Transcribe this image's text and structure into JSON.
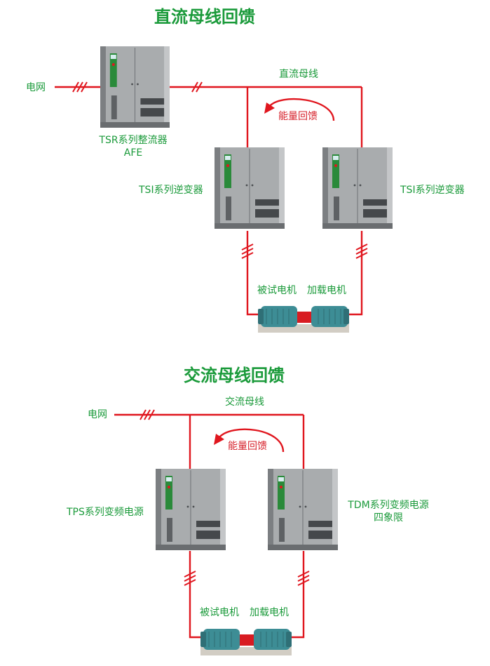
{
  "colors": {
    "accent_green": "#1a9a3a",
    "wire_red": "#e0161e",
    "cabinet_gray": "#8e9194",
    "motor_teal": "#3d8d95"
  },
  "dc_section": {
    "title": "直流母线回馈",
    "grid_label": "电网",
    "bus_label": "直流母线",
    "feedback_label": "能量回馈",
    "rectifier_label_line1": "TSR系列整流器",
    "rectifier_label_line2": "AFE",
    "inverter_left_label": "TSI系列逆变器",
    "inverter_right_label": "TSI系列逆变器",
    "motor_under_test_label": "被试电机",
    "load_motor_label": "加载电机"
  },
  "ac_section": {
    "title": "交流母线回馈",
    "grid_label": "电网",
    "bus_label": "交流母线",
    "feedback_label": "能量回馈",
    "tps_label": "TPS系列变频电源",
    "tdm_label_line1": "TDM系列变频电源",
    "tdm_label_line2": "四象限",
    "motor_under_test_label": "被试电机",
    "load_motor_label": "加载电机"
  }
}
